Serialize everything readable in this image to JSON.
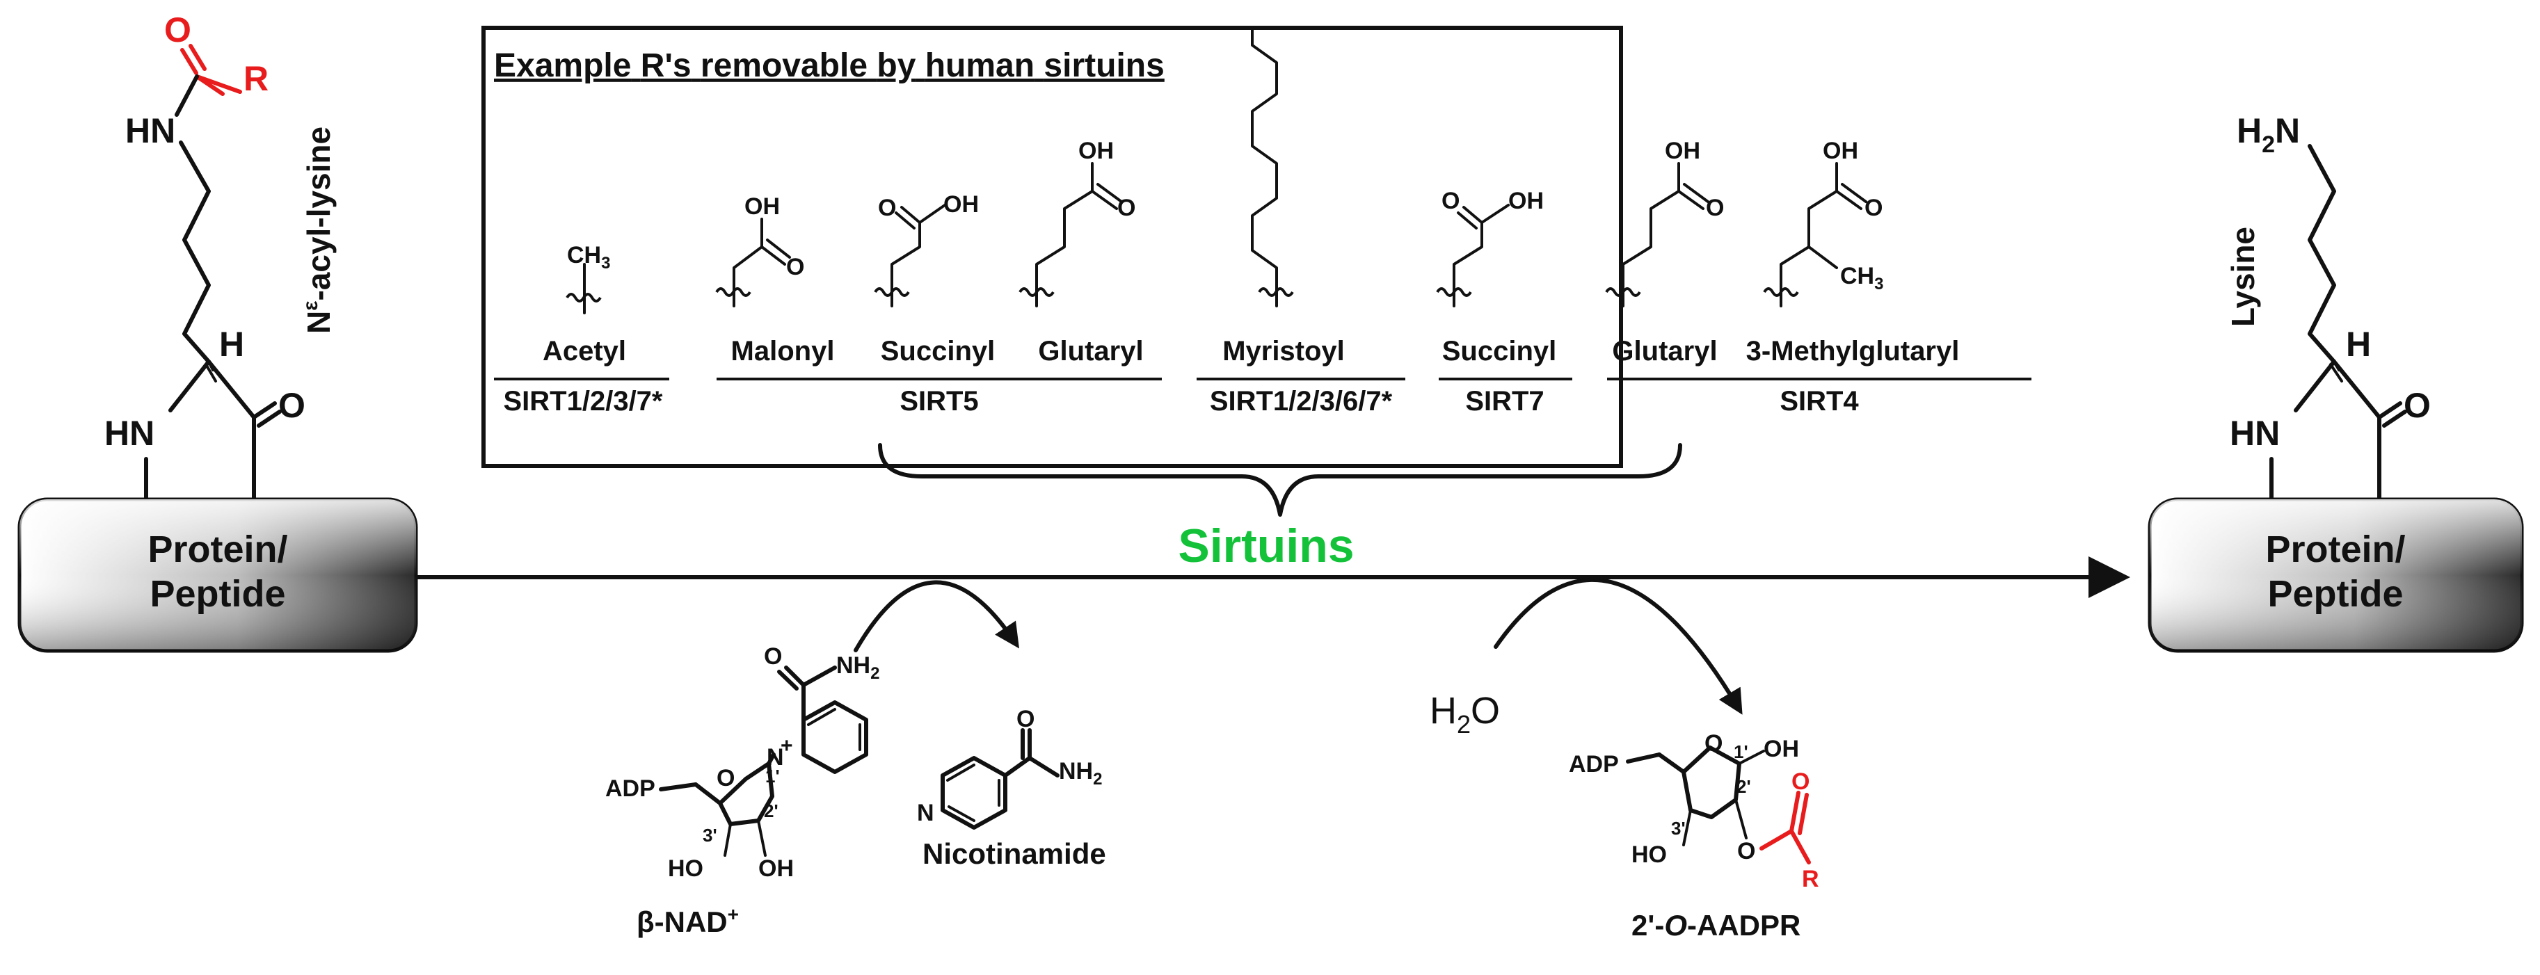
{
  "colors": {
    "accent_red": "#e81c1c",
    "sirtuins_green": "#14c23a",
    "box_dark": "#2b2b2b",
    "box_light": "#ffffff"
  },
  "substrate": {
    "atoms": {
      "O": "O",
      "R": "R",
      "HN": "HN",
      "H": "H",
      "HN_ring": "HN",
      "O_ring": "O"
    },
    "name_prefix": "N",
    "name_sup": "ε",
    "name_suffix": "-acyl-lysine",
    "box_line1": "Protein/",
    "box_line2": "Peptide"
  },
  "product": {
    "atoms": {
      "H2N_H": "H",
      "H2N_2": "2",
      "H2N_N": "N",
      "H": "H",
      "HN_ring": "HN",
      "O_ring": "O"
    },
    "name": "Lysine",
    "box_line1": "Protein/",
    "box_line2": "Peptide"
  },
  "panel": {
    "title_words": [
      "Example",
      "R's",
      "removable",
      "by",
      "human",
      "sirtuins"
    ],
    "groups": [
      {
        "name": "Acetyl"
      },
      {
        "name": "Malonyl"
      },
      {
        "name": "Succinyl"
      },
      {
        "name": "Glutaryl"
      },
      {
        "name": "Myristoyl"
      },
      {
        "name": "Succinyl"
      },
      {
        "name": "Glutaryl"
      },
      {
        "name": "3-Methylglutaryl"
      }
    ],
    "enzymes": [
      "SIRT1/2/3/7*",
      "SIRT5",
      "SIRT1/2/3/6/7*",
      "SIRT7",
      "SIRT4"
    ],
    "atoms": {
      "CH3": "CH",
      "sub3": "3",
      "OH": "OH",
      "O": "O"
    }
  },
  "reaction": {
    "label": "Sirtuins"
  },
  "nad": {
    "name_prefix": "β-NAD",
    "name_sup": "+",
    "atoms": {
      "O": "O",
      "NH2": "NH",
      "sub2": "2",
      "N": "N",
      "plus": "+",
      "ADP": "ADP",
      "HO": "HO",
      "OH": "OH",
      "ringO": "O"
    },
    "positions": {
      "p1": "1'",
      "p2": "2'",
      "p3": "3'"
    }
  },
  "nicotinamide": {
    "name": "Nicotinamide",
    "atoms": {
      "O": "O",
      "NH2": "NH",
      "sub2": "2",
      "N": "N"
    }
  },
  "water": {
    "H": "H",
    "sub": "2",
    "O": "O"
  },
  "aadpr": {
    "name_pre": "2'-",
    "name_italic": "O",
    "name_post": "-AADPR",
    "atoms": {
      "ADP": "ADP",
      "ringO": "O",
      "OH": "OH",
      "HO": "HO",
      "O_ester": "O",
      "O_carbonyl": "O",
      "R": "R"
    },
    "positions": {
      "p1": "1'",
      "p2": "2'",
      "p3": "3'"
    }
  }
}
